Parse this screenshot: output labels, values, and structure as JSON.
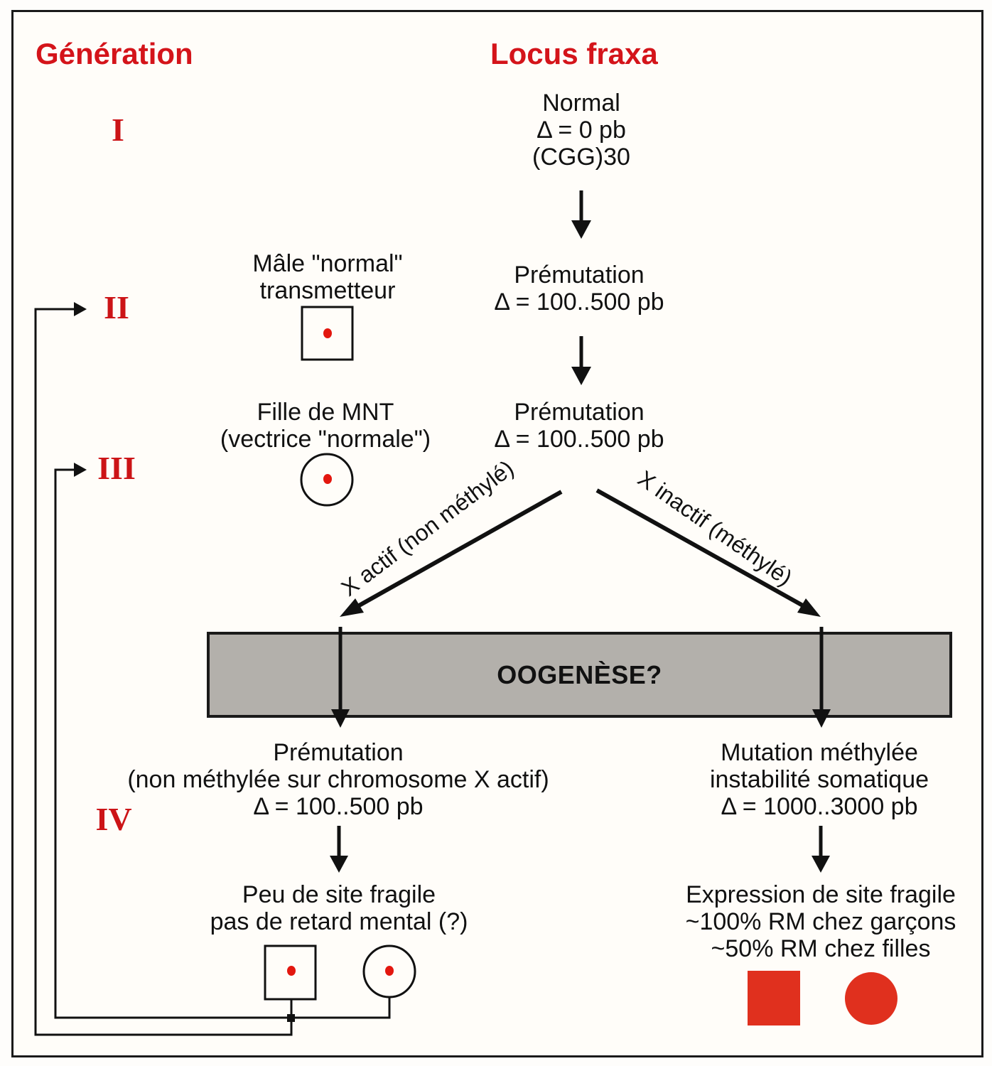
{
  "headers": {
    "generation": "Génération",
    "locus": "Locus fraxa"
  },
  "generations": [
    "I",
    "II",
    "III",
    "IV"
  ],
  "locus_states": {
    "normal": [
      "Normal",
      "Δ = 0 pb",
      "(CGG)30"
    ],
    "premutation_1": [
      "Prémutation",
      "Δ = 100..500 pb"
    ],
    "premutation_2": [
      "Prémutation",
      "Δ = 100..500 pb"
    ],
    "premutation_active": [
      "Prémutation",
      "(non méthylée sur chromosome X actif)",
      "Δ = 100..500 pb"
    ],
    "mutation_methylated": [
      "Mutation méthylée",
      "instabilité somatique",
      "Δ = 1000..3000 pb"
    ]
  },
  "individuals": {
    "male_transmitter": [
      "Mâle \"normal\"",
      "transmetteur"
    ],
    "daughter": [
      "Fille de MNT",
      "(vectrice \"normale\")"
    ]
  },
  "branches": {
    "left": "X actif (non méthylé)",
    "right": "X inactif (méthylé)"
  },
  "band": {
    "label": "OOGENÈSE?"
  },
  "outcomes": {
    "left": [
      "Peu de site fragile",
      "pas de retard mental (?)"
    ],
    "right": [
      "Expression de site fragile",
      "~100% RM chez garçons",
      "~50% RM chez filles"
    ]
  },
  "colors": {
    "accent_red": "#d4141a",
    "affected_fill": "#e0301e",
    "band_gray": "#b3b0ab",
    "ink": "#111111"
  }
}
